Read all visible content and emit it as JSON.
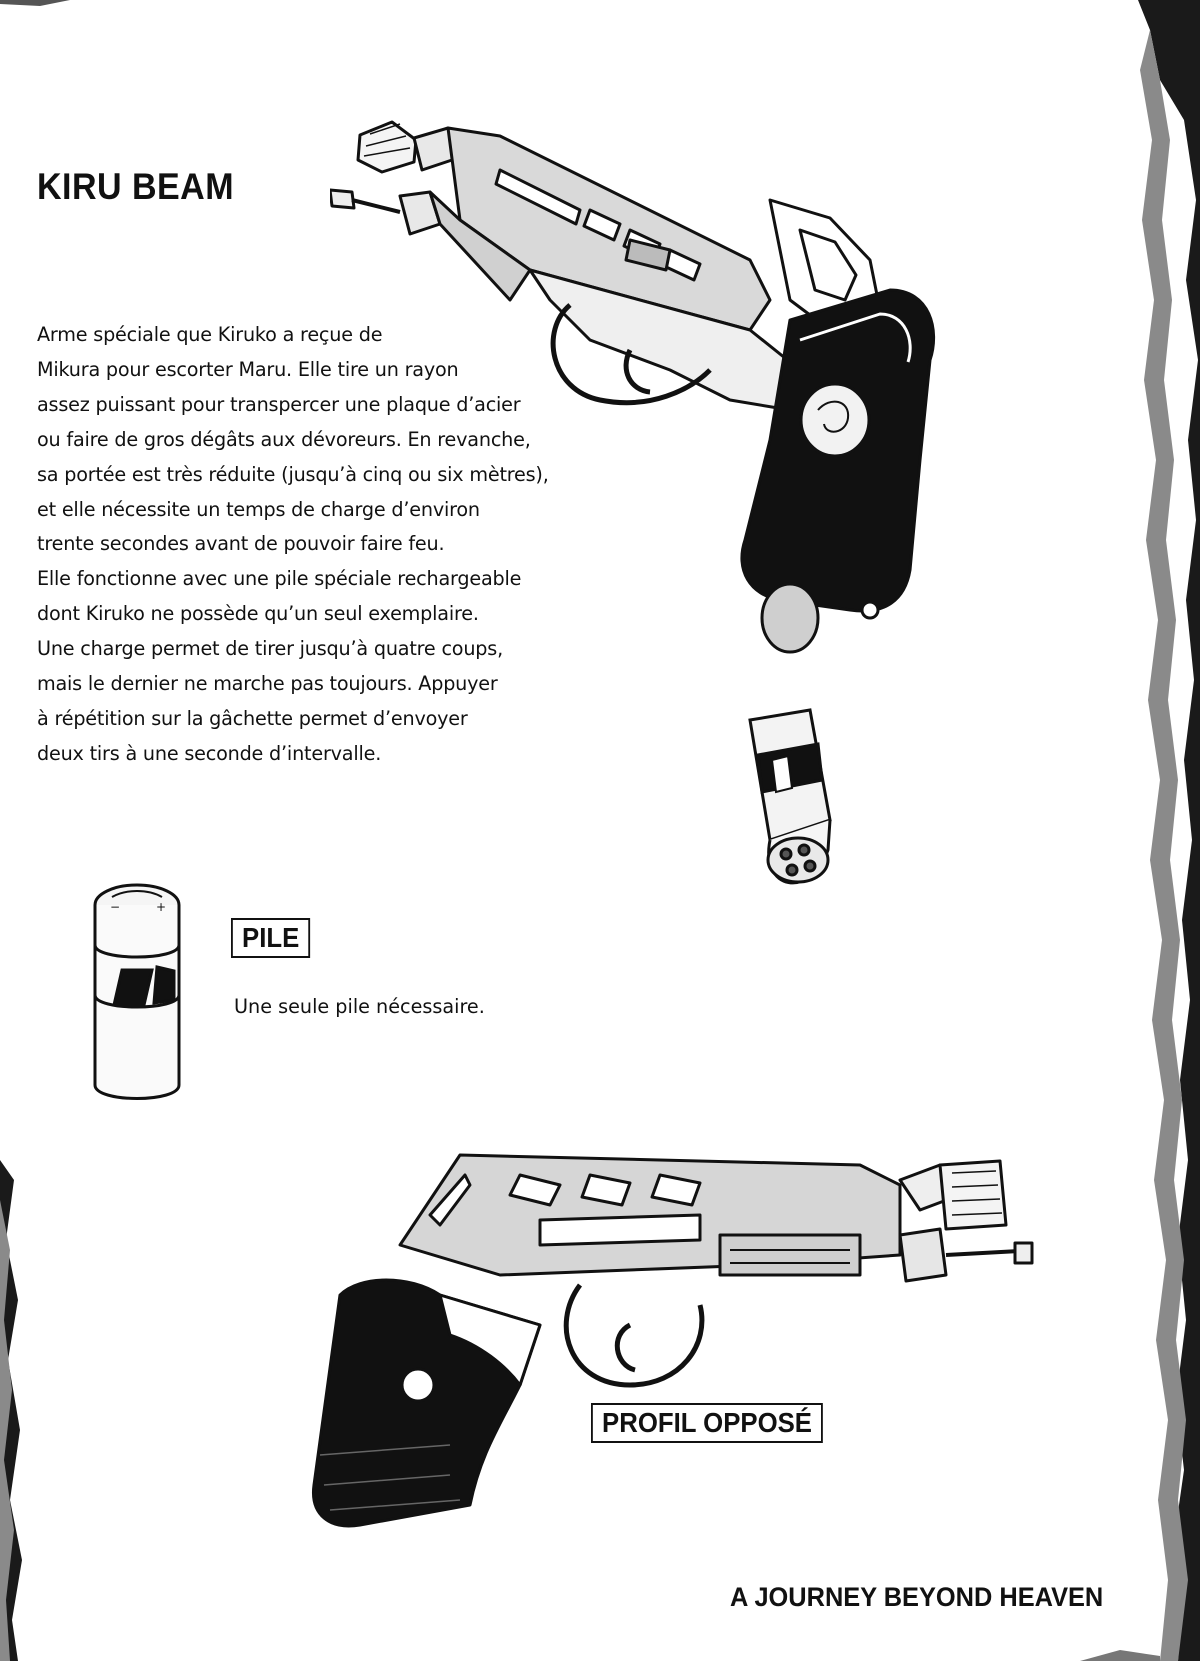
{
  "title": "KIRU BEAM",
  "description_lines": [
    "Arme spéciale que Kiruko a reçue de",
    "Mikura pour escorter Maru. Elle tire un rayon",
    "assez puissant pour transpercer une plaque d’acier",
    "ou faire de gros dégâts aux dévoreurs. En revanche,",
    "sa portée est très réduite (jusqu’à cinq ou six mètres),",
    "et elle nécessite un temps de charge d’environ",
    "trente secondes avant de pouvoir faire feu.",
    "Elle fonctionne avec une pile spéciale rechargeable",
    "dont Kiruko ne possède qu’un seul exemplaire.",
    "Une charge permet de tirer jusqu’à quatre coups,",
    "mais le dernier ne marche pas toujours. Appuyer",
    "à répétition sur la gâchette permet d’envoyer",
    "deux tirs à une seconde d’intervalle."
  ],
  "battery": {
    "label": "PILE",
    "caption": "Une seule pile nécessaire.",
    "terminal_minus": "−",
    "terminal_plus": "+"
  },
  "opposite_profile": {
    "label": "PROFIL OPPOSÉ"
  },
  "footer": {
    "series_title": "A JOURNEY BEYOND HEAVEN"
  }
}
